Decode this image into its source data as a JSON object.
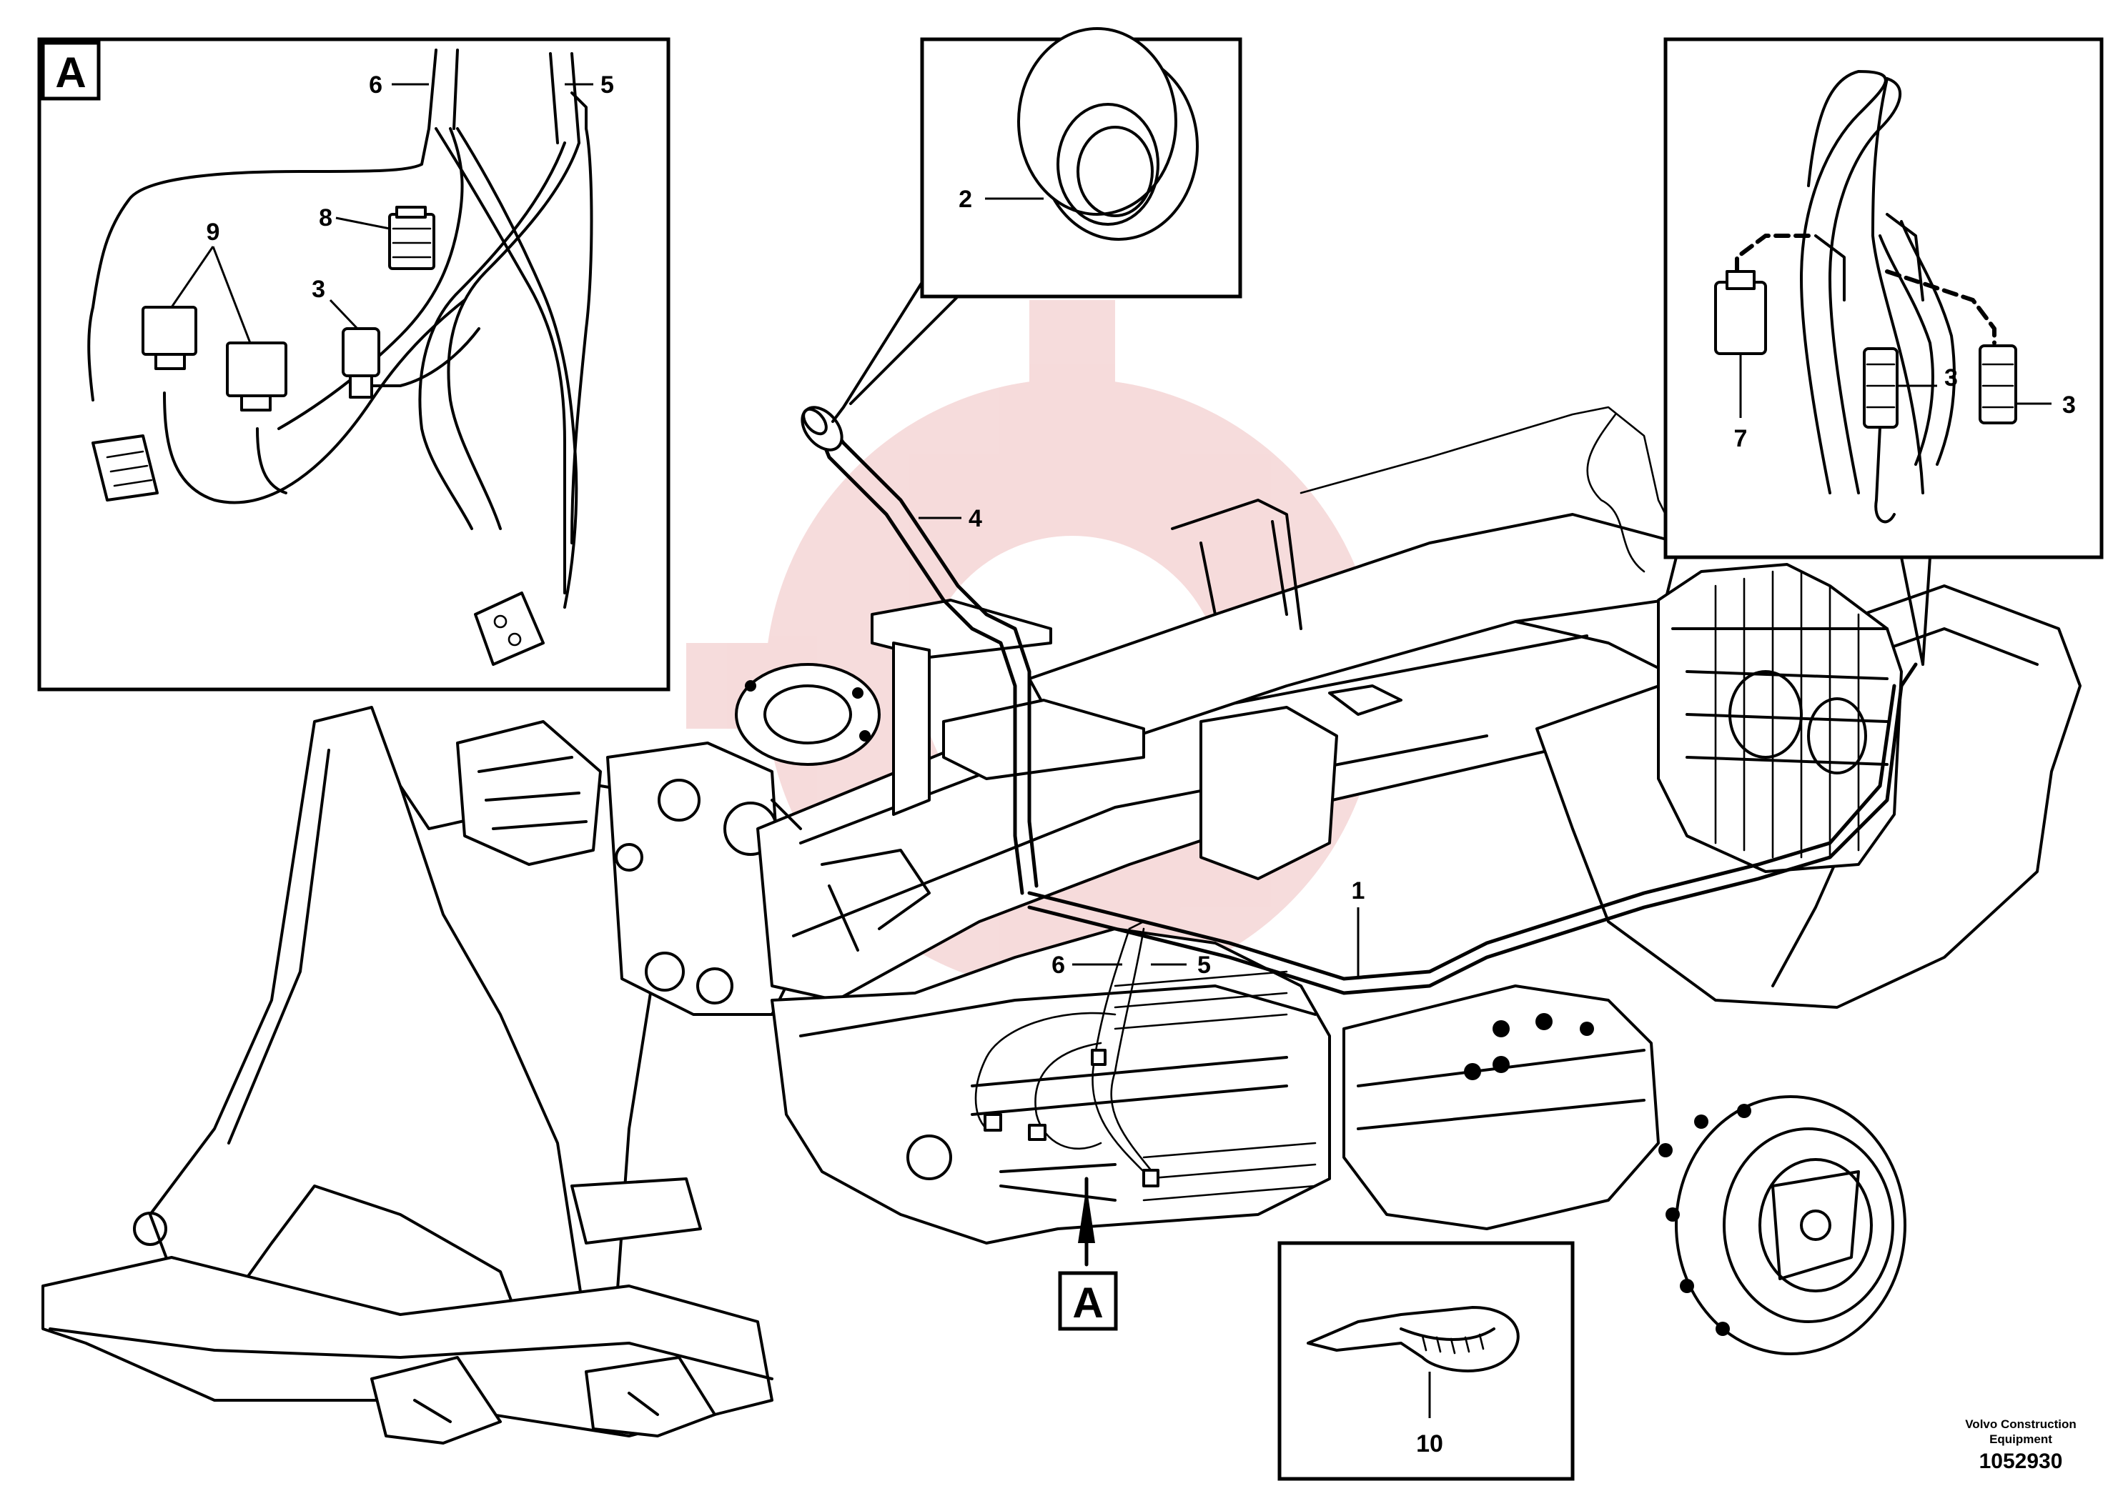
{
  "detail_frames": {
    "harness_detail_letter": "A",
    "reference_letter": "A"
  },
  "callouts": {
    "item_1": "1",
    "item_2": "2",
    "item_3_harness": "3",
    "item_3_transmission_a": "3",
    "item_3_transmission_b": "3",
    "item_4": "4",
    "item_5_detail": "5",
    "item_5_main": "5",
    "item_6_detail": "6",
    "item_6_main": "6",
    "item_7": "7",
    "item_8": "8",
    "item_9": "9",
    "item_10": "10"
  },
  "footer": {
    "company_line1": "Volvo Construction",
    "company_line2": "Equipment",
    "drawing_number": "1052930"
  },
  "colors": {
    "ink": "#000000",
    "paper": "#ffffff",
    "watermark": "#f3d0d0"
  }
}
